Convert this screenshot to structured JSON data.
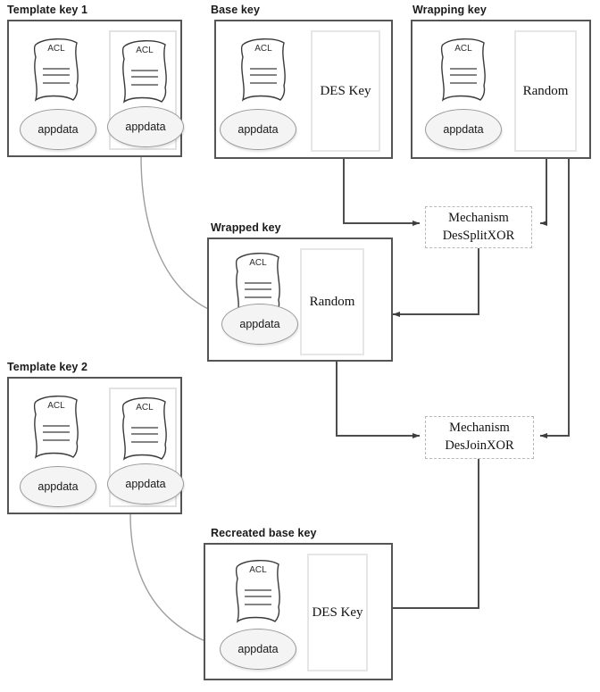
{
  "diagram": {
    "title_font_note": "bold sans-serif group captions",
    "labels": {
      "acl": "ACL",
      "appdata": "appdata",
      "des_key": "DES Key",
      "random": "Random",
      "mechanism": "Mechanism",
      "des_split_xor": "DesSplitXOR",
      "des_join_xor": "DesJoinXOR"
    },
    "colors": {
      "group_border": "#555555",
      "subframe_border": "#e2e2e2",
      "panel_border": "#e6e6e6",
      "wire": "#4d4d4d",
      "curve_wire": "#9e9e9e",
      "appdata_fill": "#f4f4f4",
      "background": "#ffffff"
    },
    "groups": [
      {
        "id": "template-key-1",
        "title": "Template key 1"
      },
      {
        "id": "base-key",
        "title": "Base key"
      },
      {
        "id": "wrapping-key",
        "title": "Wrapping key"
      },
      {
        "id": "wrapped-key",
        "title": "Wrapped key"
      },
      {
        "id": "template-key-2",
        "title": "Template key 2"
      },
      {
        "id": "recreated-base-key",
        "title": "Recreated base key"
      }
    ],
    "mechanisms": [
      {
        "id": "mechanism-des-split-xor",
        "line1": "Mechanism",
        "line2": "DesSplitXOR"
      },
      {
        "id": "mechanism-des-join-xor",
        "line1": "Mechanism",
        "line2": "DesJoinXOR"
      }
    ],
    "connections": [
      {
        "from": "base-key.des-key",
        "to": "mechanism-des-split-xor",
        "style": "orthogonal"
      },
      {
        "from": "wrapping-key.random",
        "to": "mechanism-des-split-xor",
        "style": "orthogonal"
      },
      {
        "from": "mechanism-des-split-xor",
        "to": "wrapped-key.random",
        "style": "orthogonal"
      },
      {
        "from": "wrapping-key.random",
        "to": "mechanism-des-join-xor",
        "style": "orthogonal"
      },
      {
        "from": "wrapped-key.random",
        "to": "mechanism-des-join-xor",
        "style": "orthogonal"
      },
      {
        "from": "mechanism-des-join-xor",
        "to": "recreated-base-key.des-key",
        "style": "orthogonal"
      },
      {
        "from": "template-key-1.template",
        "to": "wrapped-key.appdata",
        "style": "curve"
      },
      {
        "from": "template-key-2.template",
        "to": "recreated-base-key.appdata",
        "style": "curve"
      }
    ]
  }
}
